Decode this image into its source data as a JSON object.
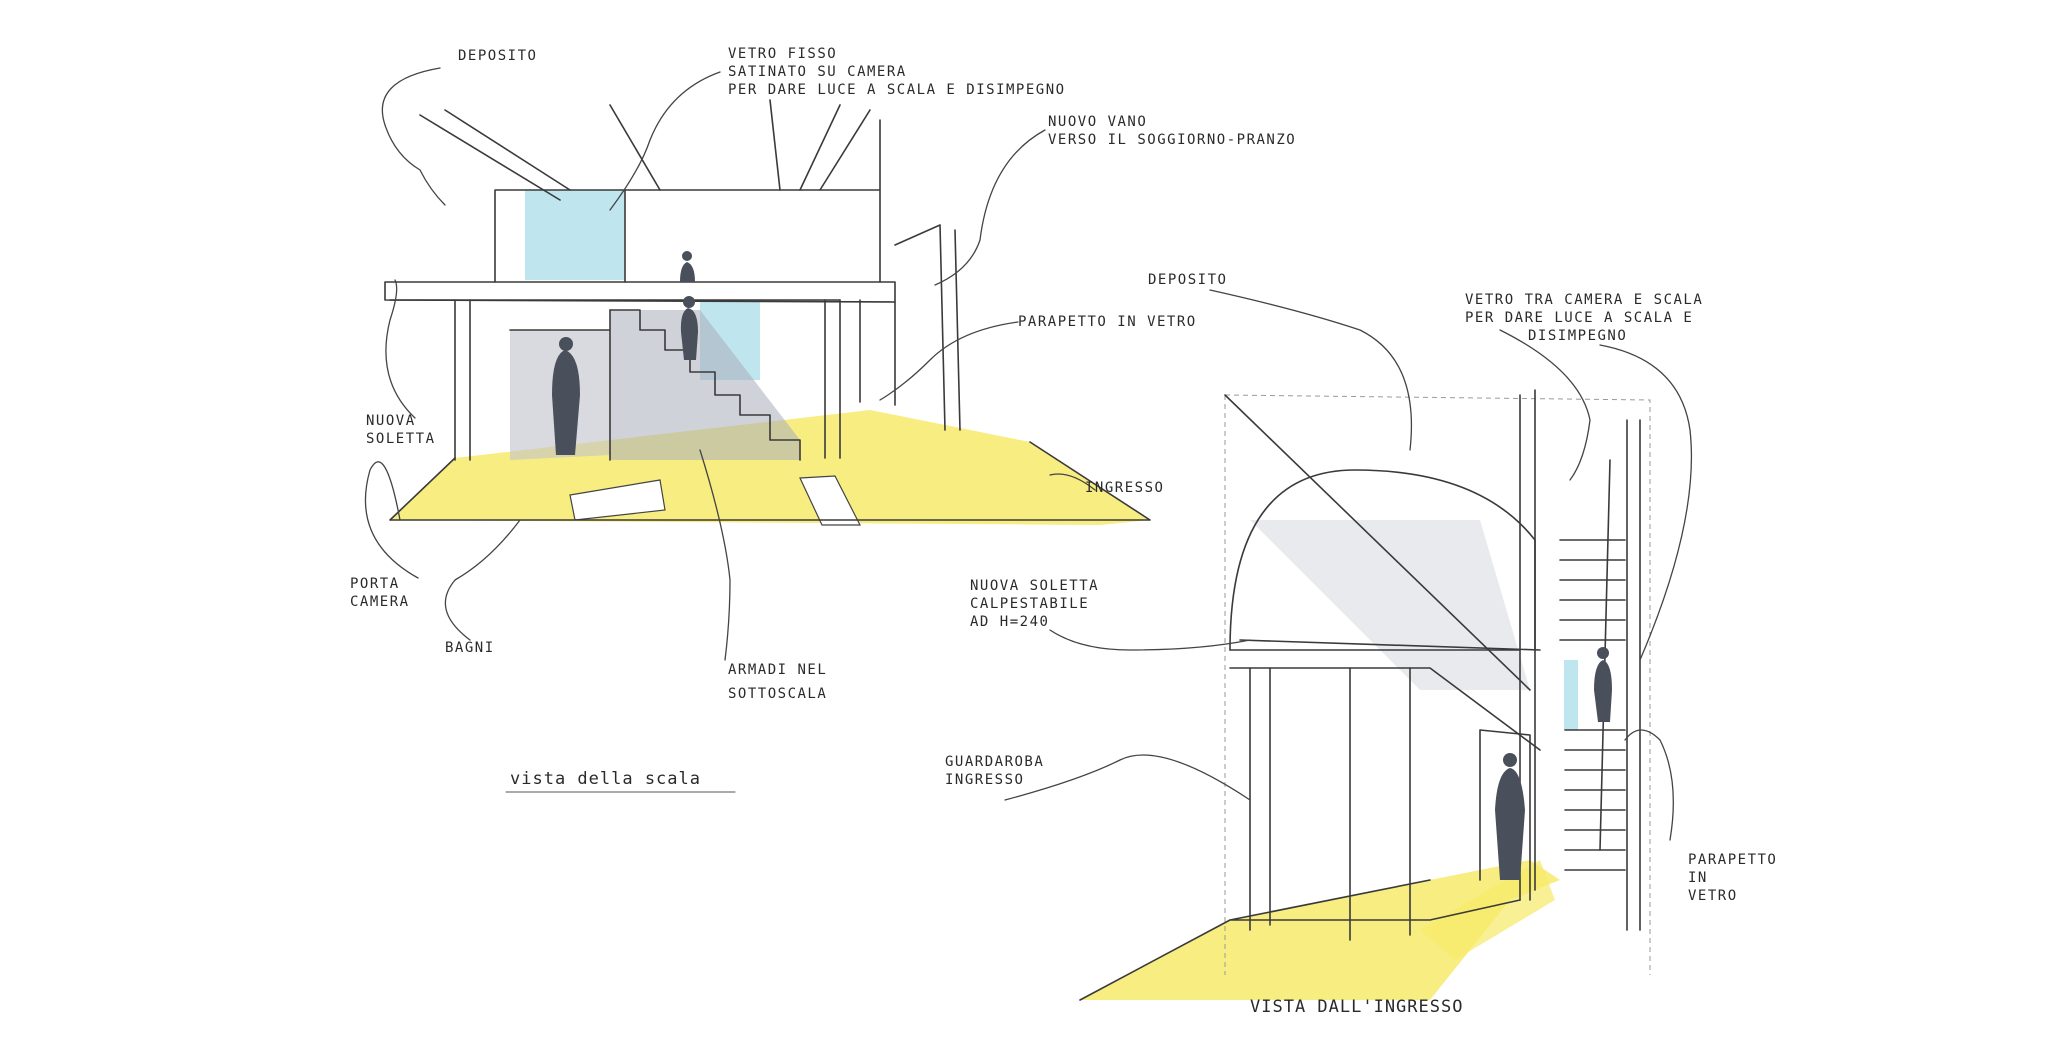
{
  "sketch1": {
    "title": "vista della scala",
    "labels": {
      "deposito": "DEPOSITO",
      "vetro_line1": "VETRO FISSO",
      "vetro_line2": "SATINATO SU CAMERA",
      "vetro_line3": "PER DARE LUCE A SCALA E DISIMPEGNO",
      "nuovo_vano_line1": "NUOVO VANO",
      "nuovo_vano_line2": "VERSO IL SOGGIORNO-PRANZO",
      "parapetto": "PARAPETTO IN VETRO",
      "nuova_soletta_line1": "NUOVA",
      "nuova_soletta_line2": "SOLETTA",
      "porta_line1": "PORTA",
      "porta_line2": "CAMERA",
      "bagni": "BAGNI",
      "armadi_line1": "ARMADI NEL",
      "armadi_line2": "SOTTOSCALA",
      "ingresso": "INGRESSO"
    }
  },
  "sketch2": {
    "title": "VISTA DALL'INGRESSO",
    "labels": {
      "deposito": "DEPOSITO",
      "vetro_line1": "VETRO TRA CAMERA E SCALA",
      "vetro_line2": "PER DARE LUCE A SCALA E",
      "vetro_line3": "DISIMPEGNO",
      "soletta_line1": "NUOVA SOLETTA",
      "soletta_line2": "CALPESTABILE",
      "soletta_line3": "AD H=240",
      "guardaroba_line1": "GUARDAROBA",
      "guardaroba_line2": "INGRESSO",
      "parapetto_line1": "PARAPETTO",
      "parapetto_line2": "IN",
      "parapetto_line3": "VETRO"
    }
  },
  "colors": {
    "floor": "#f6ea6a",
    "glass": "#bfe5ef",
    "ink": "#3a3a3a",
    "figure": "#4a4f5c"
  }
}
